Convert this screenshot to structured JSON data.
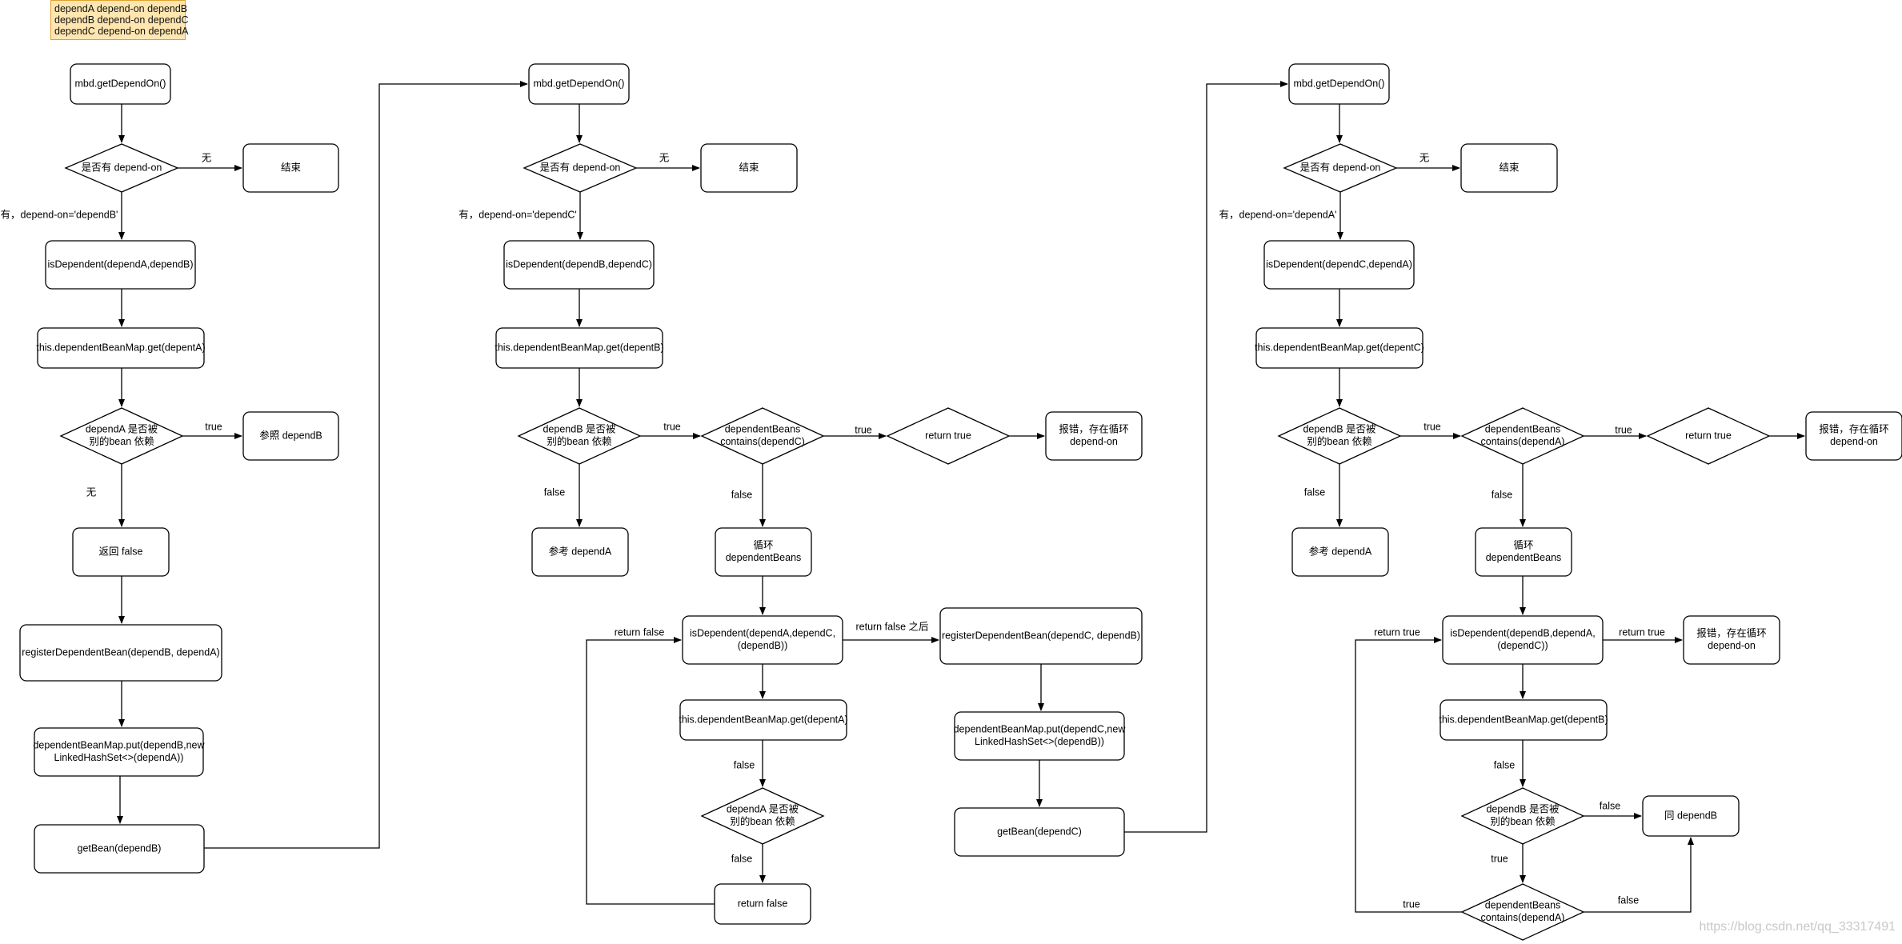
{
  "note": [
    "dependA depend-on dependB",
    "dependB depend-on dependC",
    "dependC depend-on dependA"
  ],
  "watermark": "https://blog.csdn.net/qq_33317491",
  "col1": {
    "start": "mbd.getDependOn()",
    "has_depend": "是否有 depend-on",
    "none": "无",
    "end": "结束",
    "has_label": "有，depend-on='dependB'",
    "is_dependent": "isDependent(dependA,dependB)",
    "map_get": "this.dependentBeanMap.get(depentA)",
    "diamond": [
      "dependA 是否被",
      "别的bean 依赖"
    ],
    "true": "true",
    "ref": "参照 dependB",
    "none2": "无",
    "ret_false": "返回 false",
    "register": "registerDependentBean(dependB, dependA)",
    "put": [
      "dependentBeanMap.put(dependB,new",
      "LinkedHashSet<>(dependA))"
    ],
    "getbean": "getBean(dependB)"
  },
  "col2": {
    "start": "mbd.getDependOn()",
    "has_depend": "是否有 depend-on",
    "none": "无",
    "end": "结束",
    "has_label": "有，depend-on='dependC'",
    "is_dependent": "isDependent(dependB,dependC)",
    "map_get": "this.dependentBeanMap.get(depentB)",
    "diamond": [
      "dependB 是否被",
      "别的bean 依赖"
    ],
    "true": "true",
    "contains": [
      "dependentBeans",
      "contains(dependC)"
    ],
    "true2": "true",
    "return_true": "return true",
    "error": [
      "报错，存在循环",
      "depend-on"
    ],
    "false": "false",
    "ref": "参考 dependA",
    "false2": "false",
    "loop": [
      "循环",
      "dependentBeans"
    ],
    "return_false_label": "return false",
    "is_dependent2": [
      "isDependent(dependA,dependC,",
      "(dependB))"
    ],
    "after_label": "return false 之后",
    "register": "registerDependentBean(dependC, dependB)",
    "map_get2": "this.dependentBeanMap.get(depentA)",
    "put": [
      "dependentBeanMap.put(dependC,new",
      "LinkedHashSet<>(dependB))"
    ],
    "false3": "false",
    "diamond2": [
      "dependA 是否被",
      "别的bean 依赖"
    ],
    "getbean": "getBean(dependC)",
    "false4": "false",
    "return_false": "return false"
  },
  "col3": {
    "start": "mbd.getDependOn()",
    "has_depend": "是否有 depend-on",
    "none": "无",
    "end": "结束",
    "has_label": "有，depend-on='dependA'",
    "is_dependent": "isDependent(dependC,dependA)",
    "map_get": "this.dependentBeanMap.get(depentC)",
    "diamond": [
      "dependB 是否被",
      "别的bean 依赖"
    ],
    "true": "true",
    "contains": [
      "dependentBeans",
      "contains(dependA)"
    ],
    "true2": "true",
    "return_true": "return true",
    "error": [
      "报错，存在循环",
      "depend-on"
    ],
    "false": "false",
    "ref": "参考 dependA",
    "false2": "false",
    "loop": [
      "循环",
      "dependentBeans"
    ],
    "return_true_label": "return true",
    "is_dependent2": [
      "isDependent(dependB,dependA,",
      "(dependC))"
    ],
    "return_true_label2": "return true",
    "error2": [
      "报错，存在循环",
      "depend-on"
    ],
    "map_get2": "this.dependentBeanMap.get(depentB)",
    "false3": "false",
    "diamond2": [
      "dependB 是否被",
      "别的bean 依赖"
    ],
    "false4": "false",
    "same": "同 dependB",
    "true3": "true",
    "contains2": [
      "dependentBeans",
      "contains(dependA)"
    ],
    "true4": "true",
    "false5": "false"
  }
}
